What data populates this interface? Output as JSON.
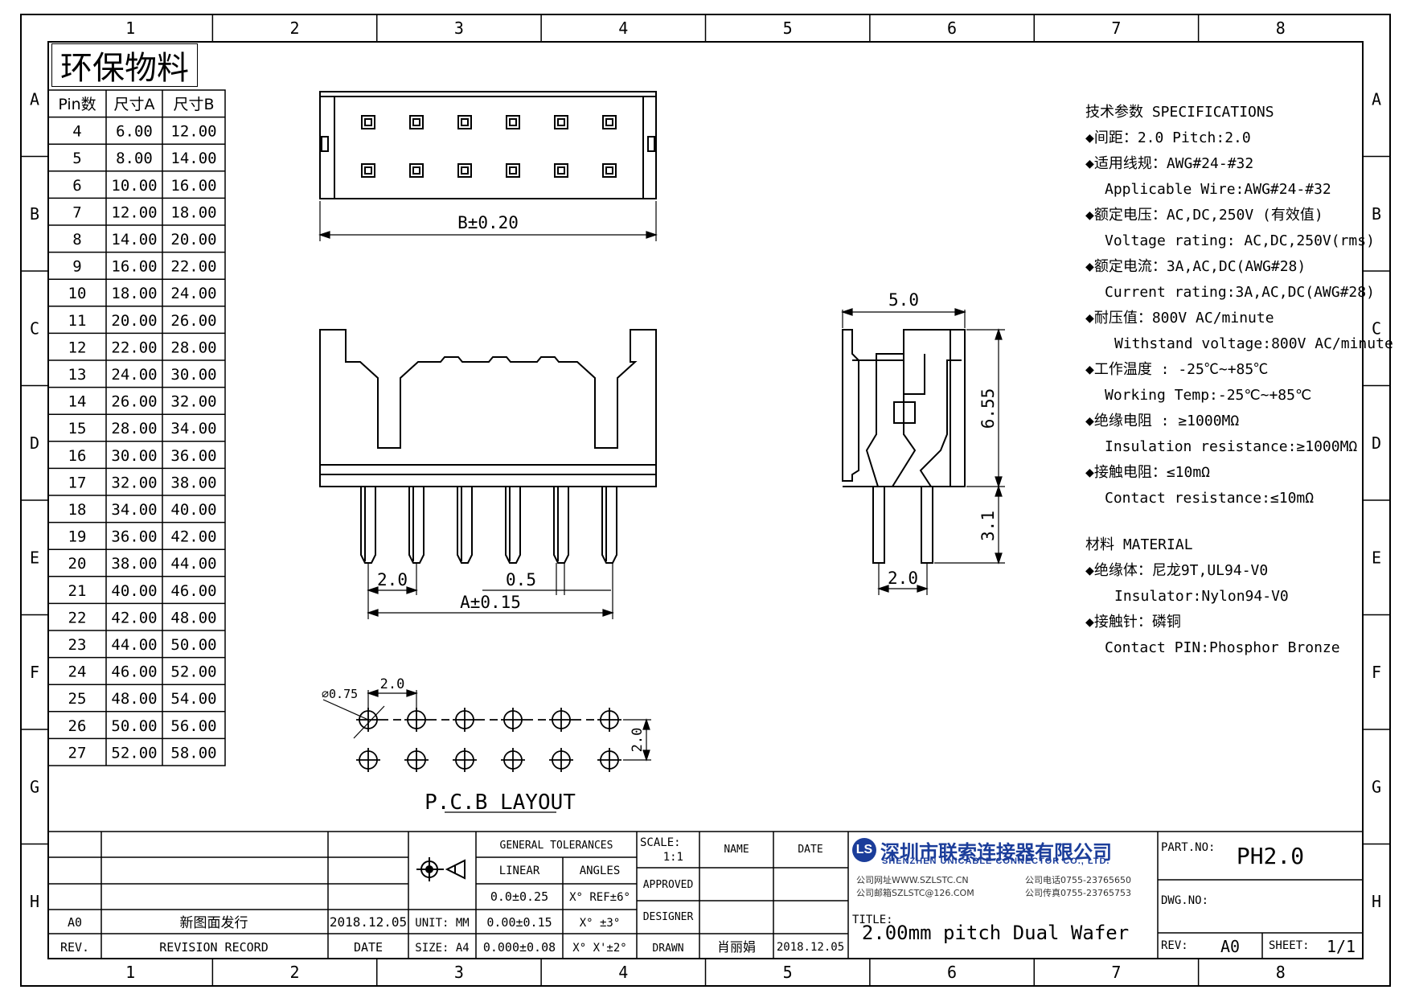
{
  "badge": "环保物料",
  "grid_cols": [
    "1",
    "2",
    "3",
    "4",
    "5",
    "6",
    "7",
    "8"
  ],
  "grid_rows": [
    "A",
    "B",
    "C",
    "D",
    "E",
    "F",
    "G",
    "H"
  ],
  "pin_table": {
    "headers": [
      "Pin数",
      "尺寸A",
      "尺寸B"
    ],
    "rows": [
      [
        "4",
        "6.00",
        "12.00"
      ],
      [
        "5",
        "8.00",
        "14.00"
      ],
      [
        "6",
        "10.00",
        "16.00"
      ],
      [
        "7",
        "12.00",
        "18.00"
      ],
      [
        "8",
        "14.00",
        "20.00"
      ],
      [
        "9",
        "16.00",
        "22.00"
      ],
      [
        "10",
        "18.00",
        "24.00"
      ],
      [
        "11",
        "20.00",
        "26.00"
      ],
      [
        "12",
        "22.00",
        "28.00"
      ],
      [
        "13",
        "24.00",
        "30.00"
      ],
      [
        "14",
        "26.00",
        "32.00"
      ],
      [
        "15",
        "28.00",
        "34.00"
      ],
      [
        "16",
        "30.00",
        "36.00"
      ],
      [
        "17",
        "32.00",
        "38.00"
      ],
      [
        "18",
        "34.00",
        "40.00"
      ],
      [
        "19",
        "36.00",
        "42.00"
      ],
      [
        "20",
        "38.00",
        "44.00"
      ],
      [
        "21",
        "40.00",
        "46.00"
      ],
      [
        "22",
        "42.00",
        "48.00"
      ],
      [
        "23",
        "44.00",
        "50.00"
      ],
      [
        "24",
        "46.00",
        "52.00"
      ],
      [
        "25",
        "48.00",
        "54.00"
      ],
      [
        "26",
        "50.00",
        "56.00"
      ],
      [
        "27",
        "52.00",
        "58.00"
      ]
    ]
  },
  "dims": {
    "b": "B±0.20",
    "pitch_front": "2.0",
    "pin_width": "0.5",
    "a": "A±0.15",
    "side_width": "5.0",
    "side_height": "6.55",
    "pin_len": "3.1",
    "side_pitch": "2.0",
    "pcb_dia": "⌀0.75",
    "pcb_pitch_x": "2.0",
    "pcb_pitch_y": "2.0",
    "pcb_label": "P.C.B LAYOUT"
  },
  "specs": [
    {
      "t": "技术参数  SPECIFICATIONS",
      "c": "head"
    },
    {
      "t": "◆间距：2.0      Pitch:2.0",
      "c": ""
    },
    {
      "t": "◆适用线规：AWG#24-#32",
      "c": ""
    },
    {
      "t": "Applicable Wire:AWG#24-#32",
      "c": "ind"
    },
    {
      "t": "◆额定电压：AC,DC,250V (有效值)",
      "c": ""
    },
    {
      "t": "Voltage rating: AC,DC,250V(rms)",
      "c": "ind"
    },
    {
      "t": "◆额定电流：3A,AC,DC(AWG#28)",
      "c": ""
    },
    {
      "t": "Current rating:3A,AC,DC(AWG#28)",
      "c": "ind"
    },
    {
      "t": "◆耐压值：800V AC/minute",
      "c": ""
    },
    {
      "t": "Withstand voltage:800V AC/minute",
      "c": "ind2"
    },
    {
      "t": "◆工作温度 : -25℃~+85℃",
      "c": ""
    },
    {
      "t": "Working Temp:-25℃~+85℃",
      "c": "ind"
    },
    {
      "t": "◆绝缘电阻 : ≥1000MΩ",
      "c": ""
    },
    {
      "t": "Insulation resistance:≥1000MΩ",
      "c": "ind"
    },
    {
      "t": "◆接触电阻：≤10mΩ",
      "c": ""
    },
    {
      "t": "Contact resistance:≤10mΩ",
      "c": "ind"
    },
    {
      "t": "",
      "c": "gap"
    },
    {
      "t": "材料  MATERIAL",
      "c": "head"
    },
    {
      "t": "◆绝缘体：尼龙9T,UL94-V0",
      "c": ""
    },
    {
      "t": "Insulator:Nylon94-V0",
      "c": "ind2"
    },
    {
      "t": "◆接触针：磷铜",
      "c": ""
    },
    {
      "t": "Contact PIN:Phosphor Bronze",
      "c": "ind"
    }
  ],
  "title_block": {
    "rev_value": "A0",
    "rev_desc": "新图面发行",
    "rev_date": "2018.12.05",
    "rev_label": "REV.",
    "revision_record": "REVISION RECORD",
    "date_label": "DATE",
    "general_tolerances": "GENERAL TOLERANCES",
    "linear": "LINEAR",
    "angles": "ANGLES",
    "tol1": "0.0±0.25",
    "tol2": "0.00±0.15",
    "tol3": "0.000±0.08",
    "ang1": "X° REF±6°",
    "ang2": "X° ±3°",
    "ang3": "X° X'±2°",
    "unit": "UNIT: MM",
    "size": "SIZE: A4",
    "scale_label": "SCALE:",
    "scale_value": "1:1",
    "approved": "APPROVED",
    "designer": "DESIGNER",
    "drawn": "DRAWN",
    "name_label": "NAME",
    "date_col": "DATE",
    "drawn_name": "肖丽娟",
    "drawn_date": "2018.12.05",
    "company_cn": "深圳市联索连接器有限公司",
    "company_en": "SHENZHEN UNICABLE CONNECTOR CO., LTD.",
    "website": "公司网址WWW.SZLSTC.CN",
    "email": "公司邮箱SZLSTC@126.COM",
    "tel": "公司电话0755-23765650",
    "fax": "公司传真0755-23765753",
    "logo_letters": "LS",
    "title_label": "TITLE:",
    "title": "2.00mm pitch Dual Wafer",
    "part_no_label": "PART.NO:",
    "part_no": "PH2.0",
    "dwg_no_label": "DWG.NO:",
    "rev2_label": "REV:",
    "rev2_value": "A0",
    "sheet_label": "SHEET:",
    "sheet_value": "1/1"
  },
  "colors": {
    "line": "#000000",
    "brand": "#1b3d9a"
  }
}
